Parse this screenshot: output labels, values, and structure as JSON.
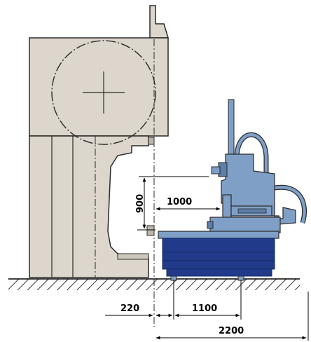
{
  "dimensions": {
    "d900": "900",
    "d1000": "1000",
    "d220": "220",
    "d1100": "1100",
    "d2200": "2200"
  },
  "colors": {
    "body_fill": "#dcd6cc",
    "body_stroke": "#2a2a2a",
    "machine_blue": "#7f9fc6",
    "machine_blue_dark": "#5c7fab",
    "table_navy": "#223a8a",
    "table_navy_dark": "#16296a",
    "line": "#000000"
  }
}
